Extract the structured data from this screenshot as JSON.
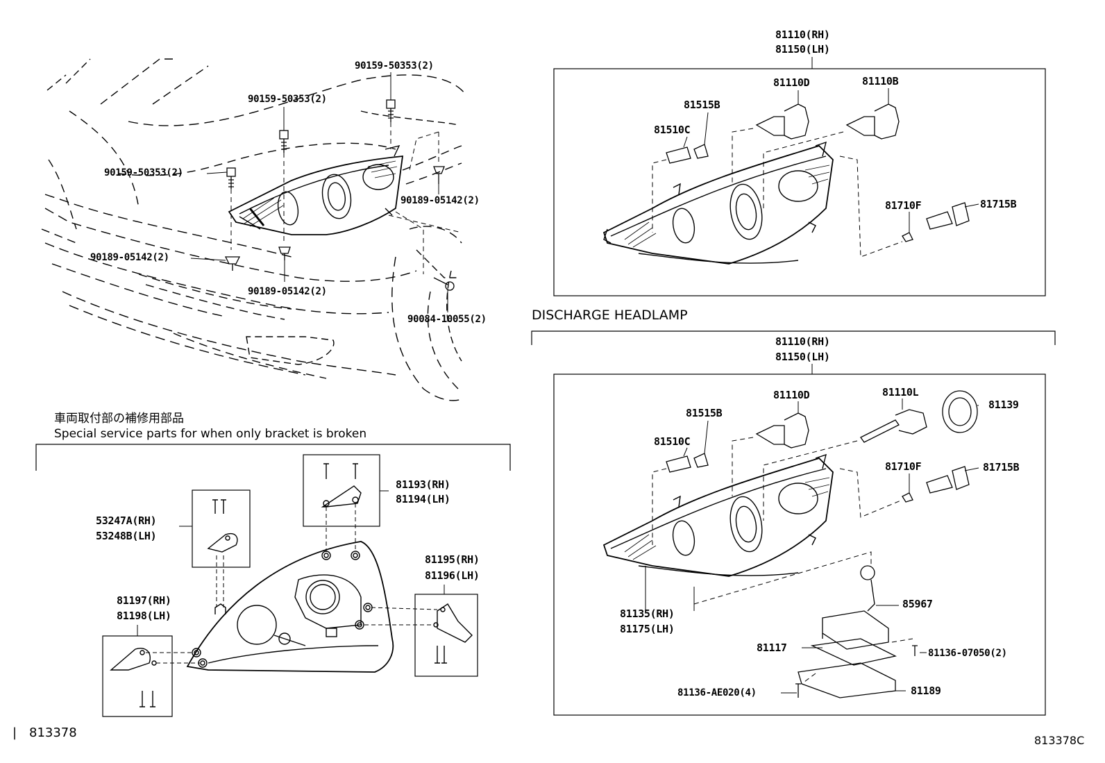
{
  "vehicle_callouts": {
    "bolt_top_right": "90159-50353(2)",
    "bolt_top_middle": "90159-50353(2)",
    "bolt_left": "90159-50353(2)",
    "clip_right": "90189-05142(2)",
    "clip_left": "90189-05142(2)",
    "clip_bottom": "90189-05142(2)",
    "screw_fender": "90084-10055(2)"
  },
  "repair_section": {
    "heading_jp": "車両取付部の補修用部品",
    "heading_en": "Special service parts for when only bracket is broken",
    "parts": {
      "top_bracket_rh": "81193(RH)",
      "top_bracket_lh": "81194(LH)",
      "left_upper_rh": "53247A(RH)",
      "left_upper_lh": "53248B(LH)",
      "right_bracket_rh": "81195(RH)",
      "right_bracket_lh": "81196(LH)",
      "left_lower_rh": "81197(RH)",
      "left_lower_lh": "81198(LH)"
    }
  },
  "standard_headlamp": {
    "assembly_rh": "81110(RH)",
    "assembly_lh": "81150(LH)",
    "parts": {
      "bulb_low": "81110D",
      "bulb_high": "81110B",
      "socket": "81515B",
      "side_bulb": "81510C",
      "small_bulb": "81710F",
      "small_socket": "81715B"
    }
  },
  "discharge_headlamp": {
    "title": "DISCHARGE HEADLAMP",
    "assembly_rh": "81110(RH)",
    "assembly_lh": "81150(LH)",
    "parts": {
      "bulb_low": "81110D",
      "hid_bulb": "81110L",
      "cap": "81139",
      "socket": "81515B",
      "side_bulb": "81510C",
      "small_bulb": "81710F",
      "small_socket": "81715B",
      "lens_rh": "81135(RH)",
      "lens_lh": "81175(LH)",
      "igniter": "85967",
      "ballast": "81117",
      "ballast_screw": "81136-07050(2)",
      "bracket_screw": "81136-AE020(4)",
      "ballast_bracket": "81189"
    }
  },
  "diagram_codes": {
    "left": "813378",
    "right": "813378C"
  }
}
